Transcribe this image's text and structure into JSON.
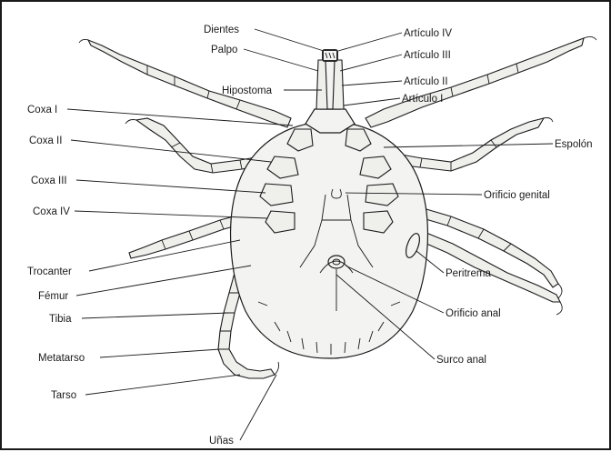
{
  "diagram": {
    "labels": {
      "dientes": "Dientes",
      "palpo": "Palpo",
      "hipostoma": "Hipostoma",
      "coxa_i": "Coxa I",
      "coxa_ii": "Coxa II",
      "coxa_iii": "Coxa III",
      "coxa_iv": "Coxa IV",
      "trocanter": "Trocanter",
      "femur": "Fémur",
      "tibia": "Tibia",
      "metatarso": "Metatarso",
      "tarso": "Tarso",
      "unas": "Uñas",
      "articulo_iv": "Artículo IV",
      "articulo_iii": "Artículo III",
      "articulo_ii": "Artículo II",
      "articulo_i": "Artículo I",
      "espolon": "Espolón",
      "orificio_genital": "Orificio genital",
      "peritrema": "Peritrema",
      "orificio_anal": "Orificio anal",
      "surco_anal": "Surco anal"
    }
  }
}
